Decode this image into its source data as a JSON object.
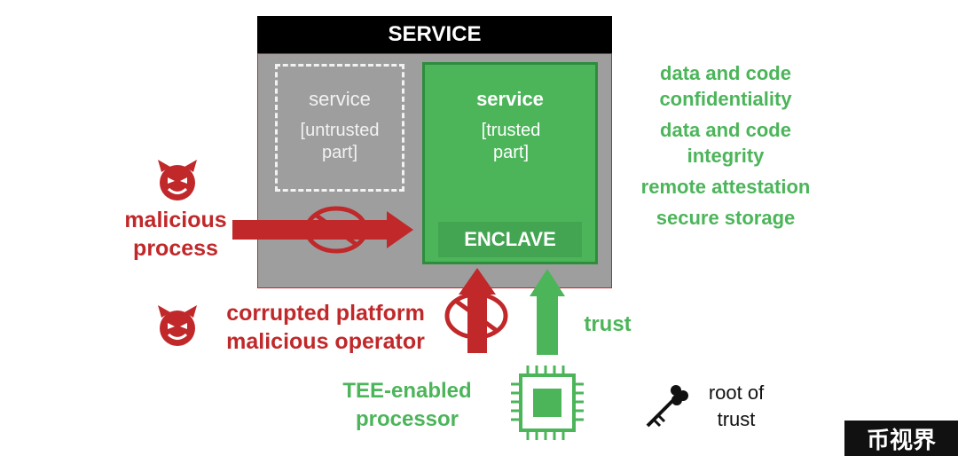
{
  "service_header": "SERVICE",
  "untrusted_box": {
    "title": "service",
    "subtitle": "[untrusted part]"
  },
  "trusted_box": {
    "title": "service",
    "subtitle": "[trusted part]"
  },
  "enclave_label": "ENCLAVE",
  "threats": {
    "process_label": "malicious process",
    "platform_label_1": "corrupted platform",
    "platform_label_2": "malicious operator"
  },
  "properties": [
    "data  and code confidentiality",
    "data and code integrity",
    "remote attestation",
    "secure storage"
  ],
  "trust_label": "trust",
  "processor_label": "TEE-enabled processor",
  "root_of_trust_label": "root of trust",
  "watermark": "币视界",
  "colors": {
    "threat_red": "#c0282a",
    "trust_green": "#4cb55a",
    "enclave_green": "#43a552",
    "service_gray": "#9e9e9e"
  },
  "icons": [
    "devil-face-icon",
    "prohibited-icon",
    "chip-icon",
    "key-icon",
    "arrow-icon"
  ]
}
